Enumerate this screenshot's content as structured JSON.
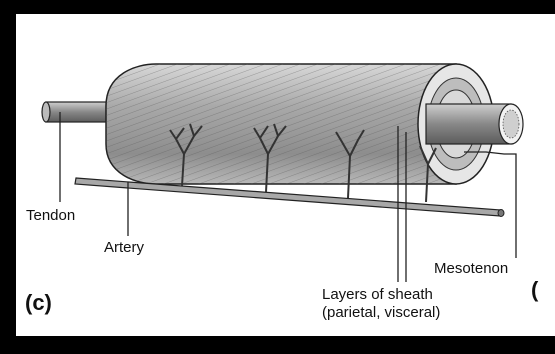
{
  "labels": {
    "tendon": "Tendon",
    "artery": "Artery",
    "mesotenon": "Mesotenon",
    "sheath_line1": "Layers of sheath",
    "sheath_line2": "(parietal, visceral)",
    "panel": "(c)",
    "next_panel_fragment": "("
  },
  "colors": {
    "background": "#000000",
    "panel": "#ffffff",
    "ink": "#111111",
    "shade": "#9a9a9a"
  }
}
